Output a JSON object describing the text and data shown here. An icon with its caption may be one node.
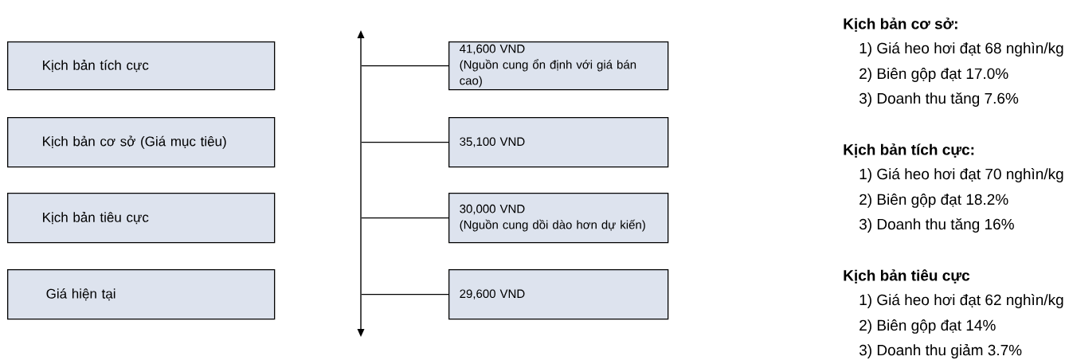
{
  "diagram": {
    "nodes": [
      {
        "text": [
          "Kịch bản tích cực"
        ]
      },
      {
        "text": [
          "Kịch bản cơ sở (Giá mục tiêu)"
        ]
      },
      {
        "text": [
          "Kịch bản tiêu cực"
        ]
      },
      {
        "text": [
          "Giá hiện tại"
        ]
      },
      {
        "text": [
          "41,600 VND",
          "(Nguồn cung ổn định với giá bán cao)"
        ]
      },
      {
        "text": [
          "35,100 VND"
        ]
      },
      {
        "text": [
          "30,000 VND",
          "(Nguồn cung dồi dào hơn dự kiến)"
        ]
      },
      {
        "text": [
          "29,600 VND"
        ]
      },
      {
        "text": [],
        "shape": "bar"
      }
    ],
    "edges": [
      {
        "from": 8,
        "to": 4,
        "arrow": "none"
      },
      {
        "from": 8,
        "to": 5,
        "arrow": "none"
      },
      {
        "from": 8,
        "to": 6,
        "arrow": "none"
      },
      {
        "from": 8,
        "to": 7,
        "arrow": "none"
      }
    ],
    "labels": [
      "Kịch bản cơ sở:",
      "1) Giá heo hơi đạt 68 nghìn/kg",
      "2) Biên gộp đạt 17.0%",
      "3) Doanh thu tăng 7.6%",
      "Kịch bản tích cực:",
      "1) Giá heo hơi đạt 70 nghìn/kg",
      "2) Biên gộp đạt 18.2%",
      "3) Doanh thu tăng 16%",
      "Kịch bản tiêu cực",
      "1) Giá heo hơi đạt 62 nghìn/kg",
      "2) Biên gộp đạt 14%",
      "3) Doanh thu giảm 3.7%"
    ]
  }
}
